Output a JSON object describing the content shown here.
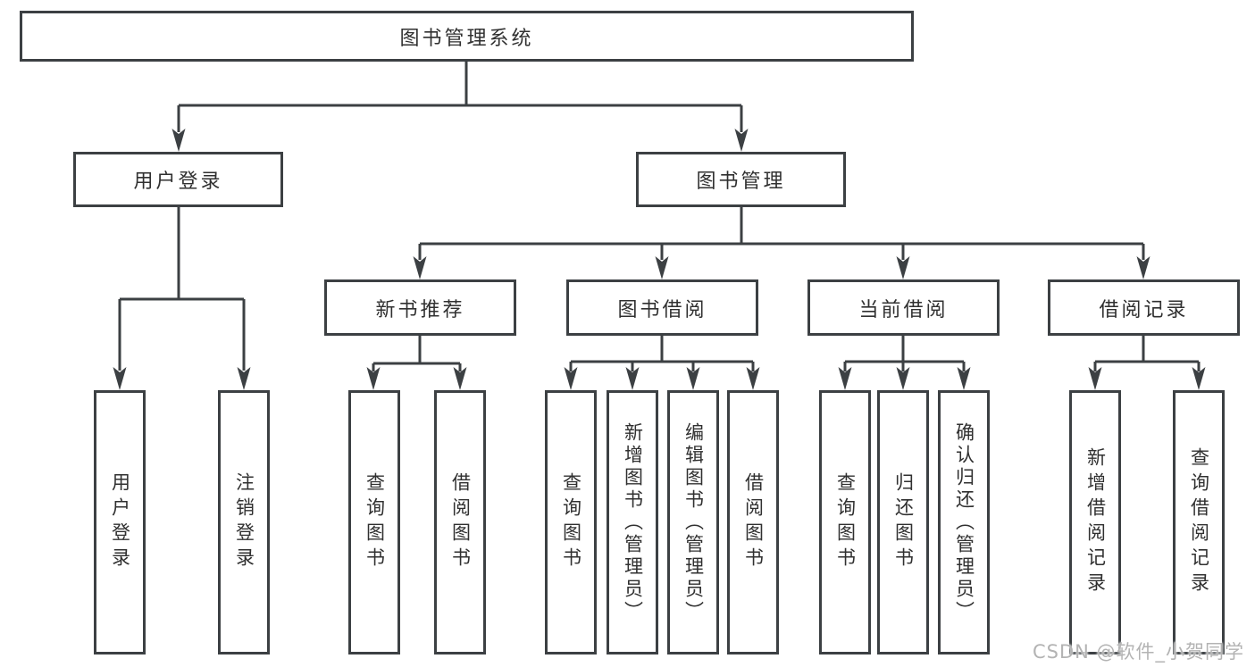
{
  "diagram": {
    "root": {
      "label": "图书管理系统"
    },
    "branches": [
      {
        "label": "用户登录",
        "children": [
          {
            "label": "用户登录"
          },
          {
            "label": "注销登录"
          }
        ]
      },
      {
        "label": "图书管理",
        "children": [
          {
            "label": "新书推荐",
            "children": [
              {
                "label": "查询图书"
              },
              {
                "label": "借阅图书"
              }
            ]
          },
          {
            "label": "图书借阅",
            "children": [
              {
                "label": "查询图书"
              },
              {
                "label": "新增图书（管理员）"
              },
              {
                "label": "编辑图书（管理员）"
              },
              {
                "label": "借阅图书"
              }
            ]
          },
          {
            "label": "当前借阅",
            "children": [
              {
                "label": "查询图书"
              },
              {
                "label": "归还图书"
              },
              {
                "label": "确认归还（管理员）"
              }
            ]
          },
          {
            "label": "借阅记录",
            "children": [
              {
                "label": "新增借阅记录"
              },
              {
                "label": "查询借阅记录"
              }
            ]
          }
        ]
      }
    ]
  },
  "watermark": {
    "text": "CSDN @软件_小贺同学"
  },
  "colors": {
    "line": "#3c4043",
    "text": "#303030",
    "watermark": "#b3b3b3",
    "background": "#ffffff"
  }
}
